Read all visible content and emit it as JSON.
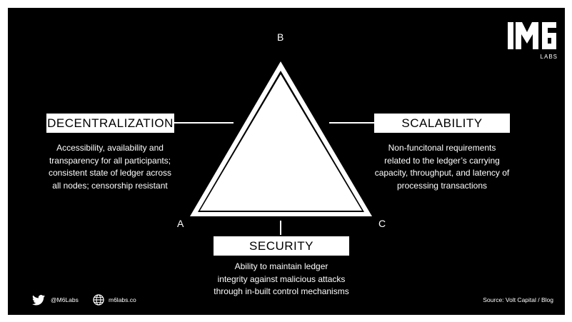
{
  "logo": {
    "mark": "M6",
    "sub": "LABS"
  },
  "vertices": {
    "a": "A",
    "b": "B",
    "c": "C"
  },
  "decentralization": {
    "title": "DECENTRALIZATION",
    "lines": [
      "Accessibility, availability and",
      "transparency for all participants;",
      "consistent state of ledger across",
      "all nodes; censorship resistant"
    ]
  },
  "scalability": {
    "title": "SCALABILITY",
    "lines": [
      "Non-funcitonal requirements",
      "related to the ledger’s carrying",
      "capacity, throughput, and latency of",
      "processing transactions"
    ]
  },
  "security": {
    "title": "SECURITY",
    "lines": [
      "Ability to maintain ledger",
      "integrity against malicious attacks",
      "through in-built control mechanisms"
    ]
  },
  "footer": {
    "twitter_handle": "@M6Labs",
    "website": "m6labs.co",
    "source": "Source: Volt Capital / Blog"
  },
  "icons": {
    "twitter": "twitter-bird-icon",
    "globe": "globe-icon"
  },
  "colors": {
    "background": "#000000",
    "foreground": "#ffffff"
  }
}
